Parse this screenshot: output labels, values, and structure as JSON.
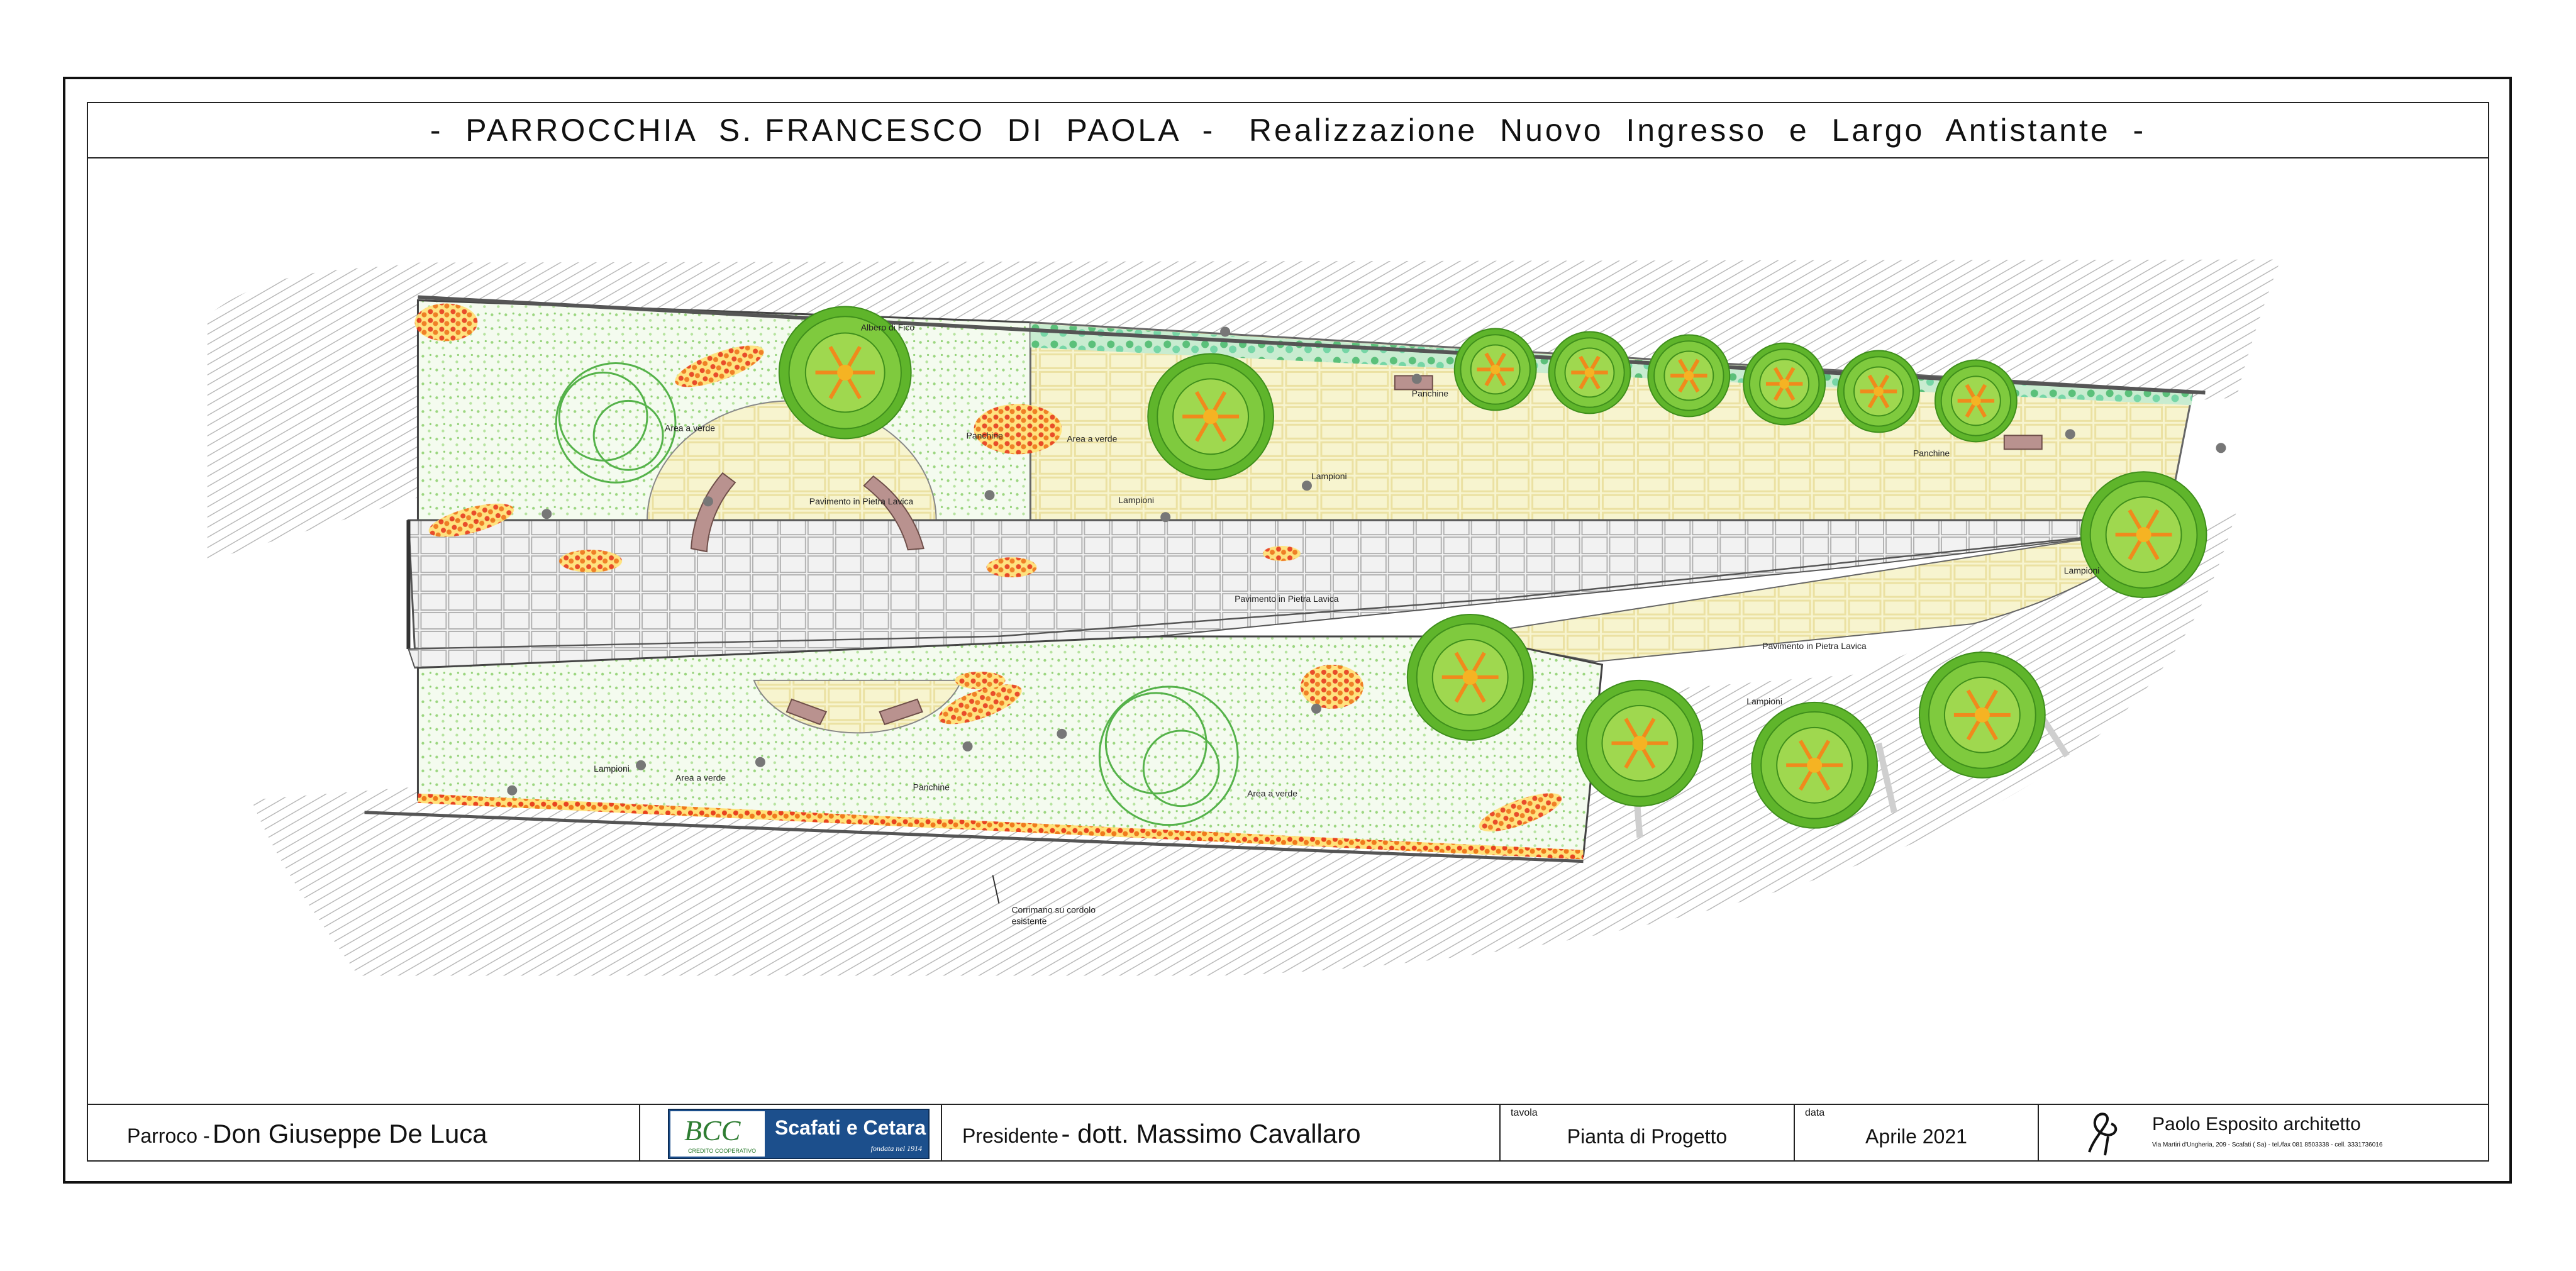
{
  "title": "-  PARROCCHIA  S. FRANCESCO  DI  PAOLA  -   Realizzazione  Nuovo  Ingresso  e  Largo  Antistante  -",
  "plan_labels": {
    "albero_di_fico": "Albero di Fico",
    "area_verde_1": "Area a verde",
    "area_verde_2": "Area a verde",
    "area_verde_3": "Area a verde",
    "area_verde_4": "Area a verde",
    "panchine_1": "Panchine",
    "panchine_2": "Panchine",
    "panchine_3": "Panchine",
    "panchine_4": "Panchine",
    "pavimento_1": "Pavimento in Pietra Lavica",
    "pavimento_2": "Pavimento in Pietra Lavica",
    "pavimento_3": "Pavimento in Pietra Lavica",
    "lampioni_1": "Lampioni",
    "lampioni_2": "Lampioni",
    "lampioni_3": "Lampioni",
    "lampioni_4": "Lampioni",
    "lampioni_5": "Lampioni",
    "corrimano_1": "Corrimano su cordolo",
    "corrimano_2": "esistente"
  },
  "footer": {
    "parroco_label": "Parroco -",
    "parroco_name": "Don Giuseppe De Luca",
    "bank_logo_text": "BCC",
    "bank_logo_sub": "CREDITO COOPERATIVO",
    "bank_name": "Scafati e Cetara",
    "bank_founded": "fondata nel 1914",
    "presidente_label": "Presidente",
    "presidente_name": "- dott. Massimo Cavallaro",
    "tavola_label": "tavola",
    "tavola_value": "Pianta di Progetto",
    "data_label": "data",
    "data_value": "Aprile 2021",
    "architect_name": "Paolo Esposito architetto",
    "architect_address": "Via Martiri d'Ungheria, 209 - Scafati ( Sa)  - tel./fax 081 8503338 - cell. 3331736016"
  },
  "colors": {
    "hatch": "#b9b9b9",
    "paving_light": "#f7f4cf",
    "paving_grey": "#dcdcdc",
    "grass": "#8fcf73",
    "tree": "#5fb52b",
    "flowers": "#e8431f",
    "bank_blue": "#1c4f8c"
  }
}
